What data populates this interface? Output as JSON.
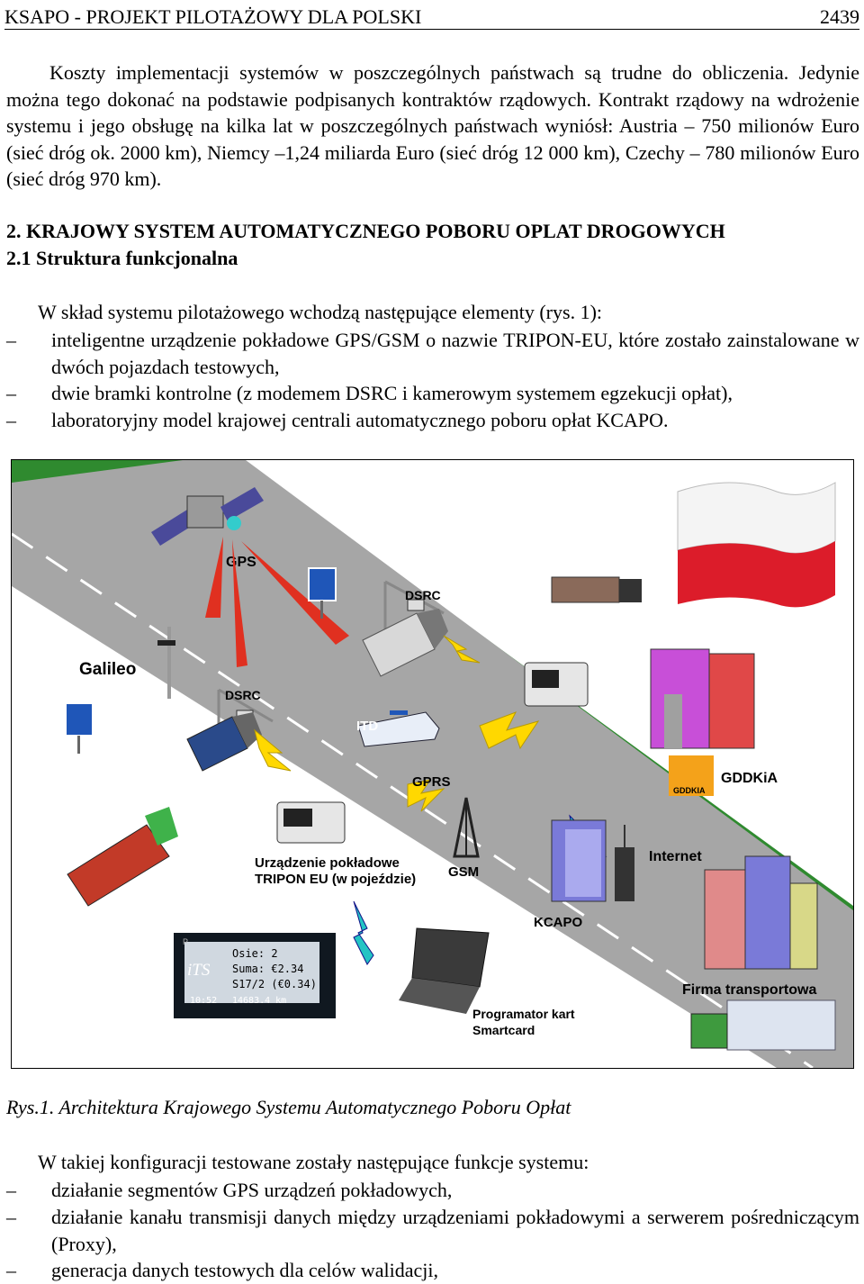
{
  "header": {
    "title": "KSAPO - PROJEKT PILOTAŻOWY DLA POLSKI",
    "page_number": "2439"
  },
  "paragraph1": "Koszty implementacji systemów w poszczególnych państwach są trudne do obliczenia. Jedynie można tego dokonać na podstawie podpisanych kontraktów rządowych. Kontrakt rządowy na wdrożenie systemu i jego obsługę na kilka lat w poszczególnych państwach wyniósł: Austria – 750 milionów Euro (sieć dróg ok. 2000 km), Niemcy –1,24 miliarda Euro (sieć dróg 12 000 km), Czechy – 780 milionów Euro (sieć dróg 970 km).",
  "section_heading": "2. KRAJOWY SYSTEM AUTOMATYCZNEGO POBORU OPLAT DROGOWYCH",
  "subsection_heading": "2.1 Struktura funkcjonalna",
  "intro1": "W skład systemu pilotażowego wchodzą następujące elementy (rys. 1):",
  "list1": [
    "inteligentne urządzenie pokładowe GPS/GSM o nazwie TRIPON-EU, które zostało zainstalowane w dwóch pojazdach testowych,",
    "dwie bramki kontrolne (z modemem DSRC i kamerowym systemem egzekucji opłat),",
    "laboratoryjny model krajowej centrali automatycznego poboru opłat KCAPO."
  ],
  "dash": "–",
  "figure": {
    "labels": {
      "gps": "GPS",
      "galileo": "Galileo",
      "dsrc1": "DSRC",
      "dsrc2": "DSRC",
      "itd": "ITD",
      "gprs": "GPRS",
      "gsm": "GSM",
      "device_line1": "Urządzenie pokładowe",
      "device_line2": "TRIPON EU (w pojeździe)",
      "kcapo": "KCAPO",
      "internet": "Internet",
      "gddkia": "GDDKiA",
      "gddkia_logo": "GDDKIA",
      "firma": "Firma transportowa",
      "programator1": "Programator kart",
      "programator2": "Smartcard"
    },
    "display": {
      "p": "P",
      "line1": "Osie: 2",
      "line2": "Suma: €2.34",
      "line3": "S17/2 (€0.34)",
      "time": "10:52",
      "km": "14683.4 km",
      "logo": "iTS"
    },
    "colors": {
      "road": "#a6a6a6",
      "grass": "#2f8a2f",
      "signal": "#e03020",
      "bolt": "#ffd800",
      "flag_red": "#dc1c2a"
    }
  },
  "caption": "Rys.1. Architektura Krajowego Systemu Automatycznego Poboru Opłat",
  "intro2": "W takiej konfiguracji testowane zostały następujące funkcje systemu:",
  "list2": [
    "działanie segmentów GPS urządzeń pokładowych,",
    "działanie kanału transmisji danych między urządzeniami pokładowymi a serwerem pośredniczącym (Proxy),",
    "generacja danych testowych dla celów walidacji,"
  ]
}
